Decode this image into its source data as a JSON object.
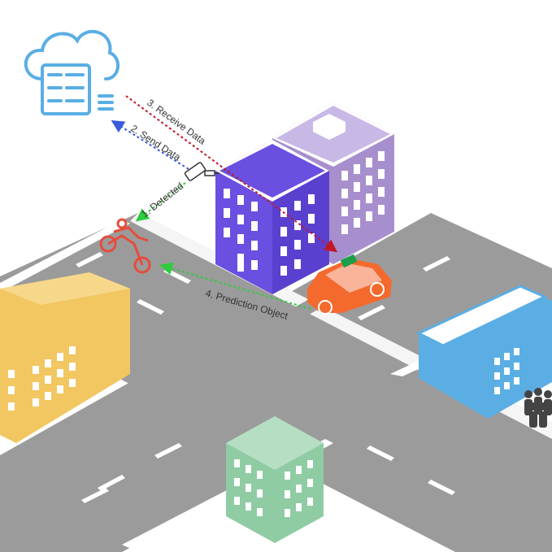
{
  "diagram": {
    "steps": [
      {
        "label": "1. Detected",
        "color": "#2ecc40"
      },
      {
        "label": "2. Send Data",
        "color": "#3b5bdb"
      },
      {
        "label": "3. Receive Data",
        "color": "#c0182a"
      },
      {
        "label": "4. Prediction Object",
        "color": "#2ecc40"
      }
    ],
    "icons": [
      "cloud-server-icon",
      "cctv-camera-icon",
      "motorcycle-icon",
      "car-icon",
      "people-icon"
    ],
    "colors": {
      "road": "#9b9b9b",
      "building_blue": "#6a4fe0",
      "building_lilac": "#a78fce",
      "building_yellow": "#f2c661",
      "building_green": "#8fcca4",
      "building_sky": "#5aaee4",
      "car": "#f46a2e",
      "motorcycle": "#e74c3c",
      "cloud": "#5aaee4"
    }
  }
}
